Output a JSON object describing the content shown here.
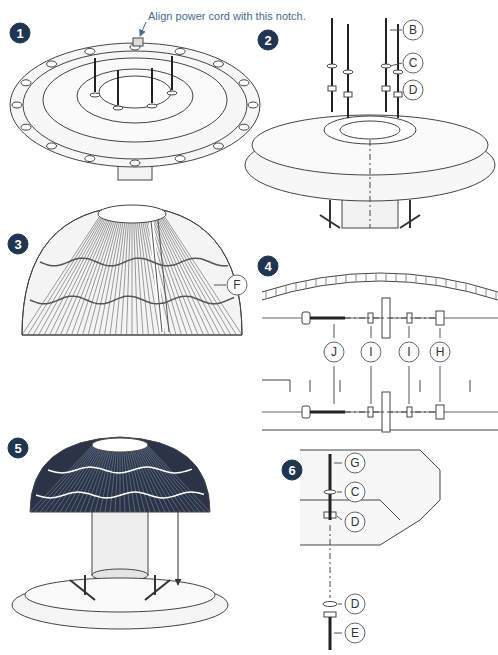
{
  "diagram": {
    "nodes": [
      {
        "text": [
          "1"
        ]
      },
      {
        "text": [
          "2"
        ]
      },
      {
        "text": [
          "B"
        ]
      },
      {
        "text": [
          "C"
        ]
      },
      {
        "text": [
          "D"
        ]
      },
      {
        "text": [
          "3"
        ]
      },
      {
        "text": [
          "F"
        ]
      },
      {
        "text": [
          "4"
        ]
      },
      {
        "text": [
          "J"
        ]
      },
      {
        "text": [
          "I"
        ]
      },
      {
        "text": [
          "I"
        ]
      },
      {
        "text": [
          "H"
        ]
      },
      {
        "text": [
          "5"
        ]
      },
      {
        "text": [
          "6"
        ]
      },
      {
        "text": [
          "G"
        ]
      },
      {
        "text": [
          "C"
        ]
      },
      {
        "text": [
          "D"
        ]
      },
      {
        "text": [
          "D"
        ]
      },
      {
        "text": [
          "E"
        ]
      }
    ],
    "labels": [
      "Align power cord with this notch."
    ]
  }
}
